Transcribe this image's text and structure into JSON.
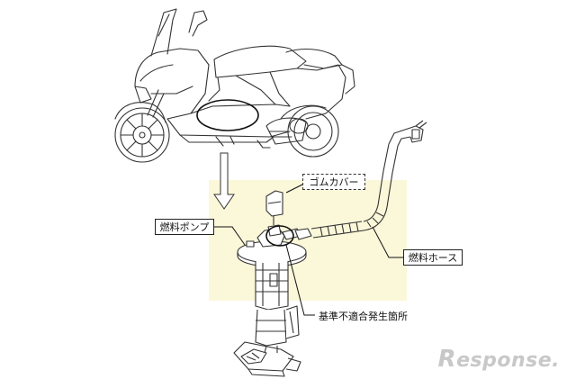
{
  "labels": {
    "rubber_cover": "ゴムカバー",
    "fuel_pump": "燃料ポンプ",
    "fuel_hose": "燃料ホース",
    "nonconformity_location": "基準不適合発生箇所"
  },
  "watermark": {
    "prefix": "R",
    "text": "esponse."
  },
  "colors": {
    "highlight": "#fbf7d9",
    "line": "#222222",
    "watermark": "#c8c8c8"
  }
}
